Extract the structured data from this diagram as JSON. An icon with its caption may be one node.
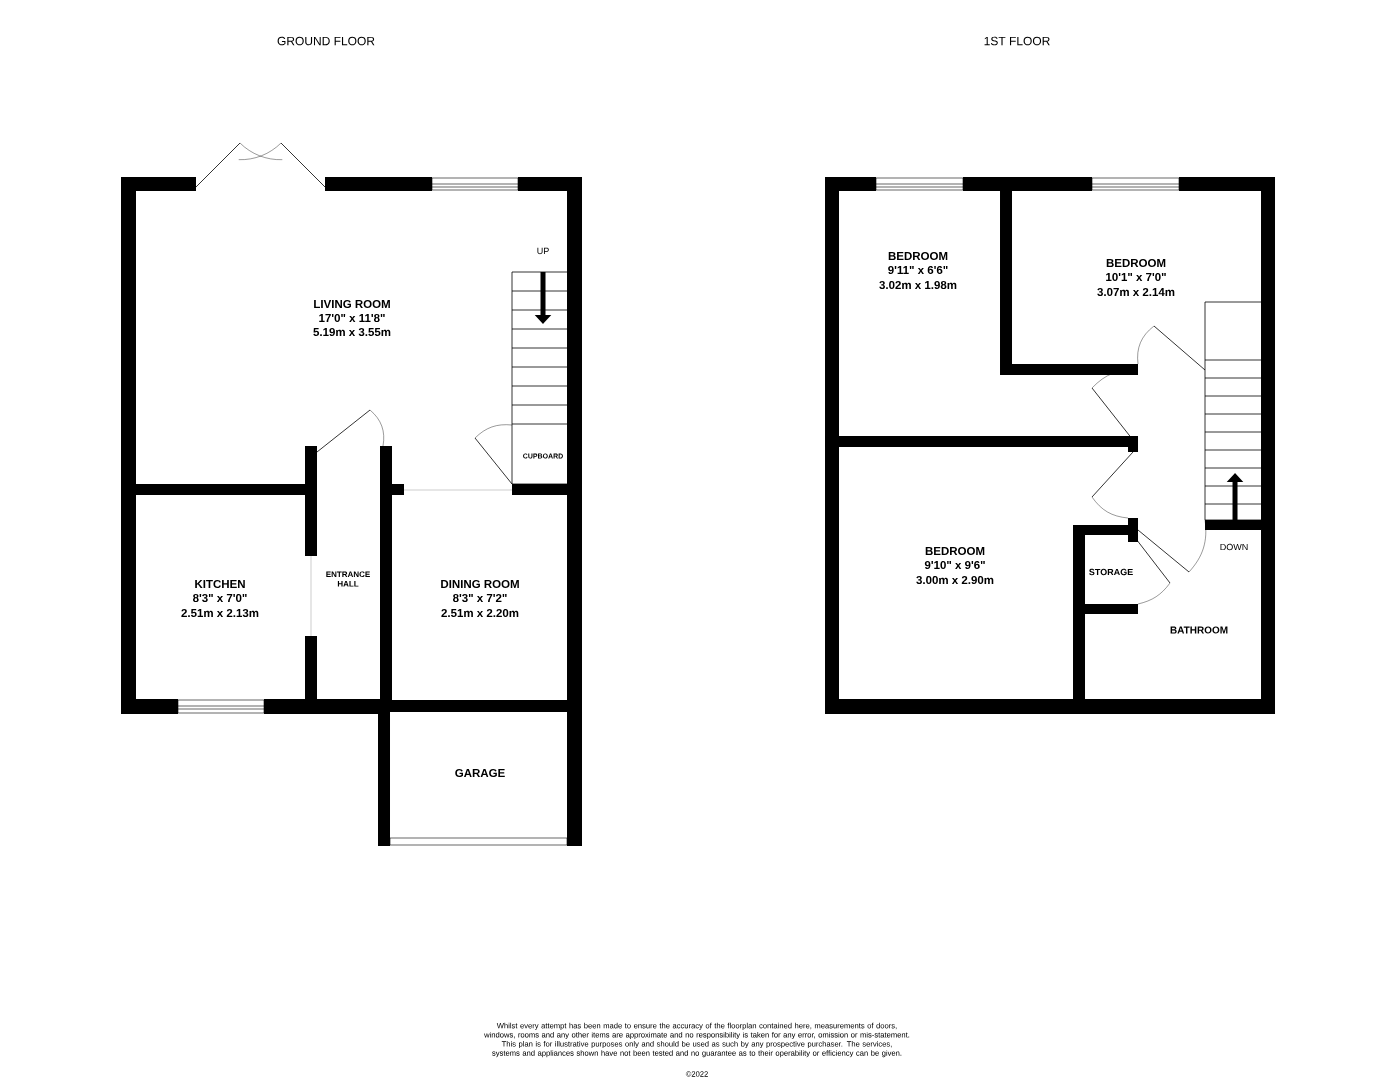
{
  "diagram": {
    "labels": [
      "GROUND FLOOR",
      "1ST FLOOR",
      "UP",
      "LIVING ROOM",
      "17'0\" x 11'8\"",
      "5.19m x 3.55m",
      "CUPBOARD",
      "KITCHEN",
      "8'3\" x 7'0\"",
      "2.51m x 2.13m",
      "ENTRANCE HALL",
      "DINING ROOM",
      "8'3\" x 7'2\"",
      "2.51m x 2.20m",
      "GARAGE",
      "BEDROOM",
      "9'11\" x 6'6\"",
      "3.02m x 1.98m",
      "BEDROOM",
      "10'1\" x 7'0\"",
      "3.07m x 2.14m",
      "BEDROOM",
      "9'10\" x 9'6\"",
      "3.00m x 2.90m",
      "STORAGE",
      "DOWN",
      "BATHROOM",
      "Whilst every attempt has been made to ensure the accuracy of the floorplan contained here, measurements of doors, windows, rooms and any other items are approximate and no responsibility is taken for any error, omission or mis-statement. This plan is for illustrative purposes only and should be used as such by any prospective purchaser. The services, systems and appliances shown have not been tested and no guarantee as to their operability or efficiency can be given.",
      "©2022"
    ]
  }
}
